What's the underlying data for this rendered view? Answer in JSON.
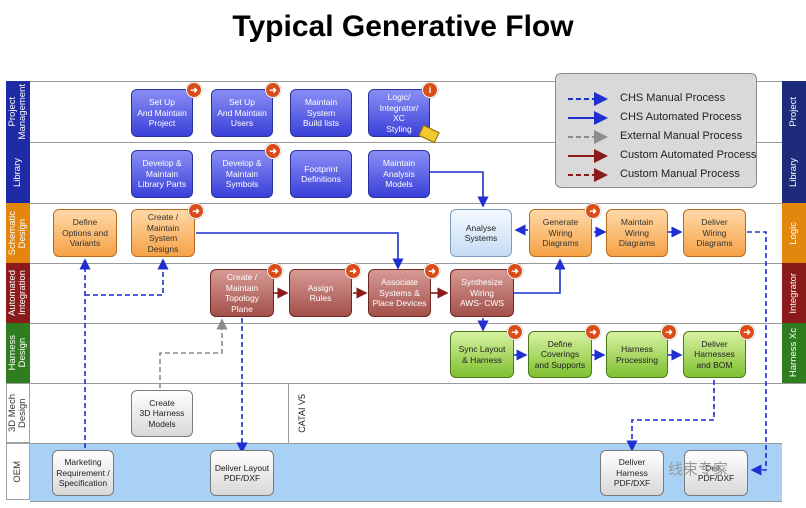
{
  "title": "Typical Generative Flow",
  "lanes_left": [
    "Project\nManagement",
    "Library",
    "Schematic\nDesign",
    "Automated\nIntegration",
    "Harness\nDesign",
    "3D Mech\nDesign",
    "OEM"
  ],
  "lanes_right": [
    "Project",
    "Library",
    "Logic",
    "Integrator",
    "Harness Xc"
  ],
  "lane_colors": {
    "blue": "#1e2aa6",
    "orange": "#e2860e",
    "maroon": "#8b1a1a",
    "green": "#2f7d1f",
    "grey": "#a0a0a0",
    "navy": "#1e2a7a",
    "oem_band": "#a9d0f5"
  },
  "boxes": {
    "setup_project": "Set Up\nAnd Maintain\nProject",
    "setup_users": "Set Up\nAnd Maintain\nUsers",
    "maintain_build": "Maintain\nSystem\nBuild lists",
    "logic_styling": "Logic/\nIntegrator/\nXC\nStyling",
    "library_parts": "Develop &\nMaintain\nLibrary Parts",
    "symbols": "Develop &\nMaintain\nSymbols",
    "footprint": "Footprint\nDefinitions",
    "analysis_models": "Maintain\nAnalysis\nModels",
    "define_options": "Define\nOptions and\nVariants",
    "system_designs": "Create /\nMaintain\nSystem Designs",
    "analyse": "Analyse\nSystems",
    "gen_wiring": "Generate\nWiring\nDiagrams",
    "maintain_wiring": "Maintain\nWiring\nDiagrams",
    "deliver_wiring": "Deliver\nWiring\nDiagrams",
    "topology": "Create /\nMaintain\nTopology Plane",
    "assign_rules": "Assign\nRules",
    "associate": "Associate\nSystems &\nPlace Devices",
    "synthesize": "Synthesize\nWiring\nAWS- CWS",
    "sync_layout": "Sync Layout\n& Harness",
    "coverings": "Define\nCoverings\nand Supports",
    "harness_proc": "Harness\nProcessing",
    "deliver_harness": "Deliver\nHarnesses\nand BOM",
    "create_3d": "Create\n3D Harness\nModels",
    "marketing": "Marketing\nRequirement /\nSpecification",
    "deliver_layout": "Deliver Layout\nPDF/DXF",
    "deliver_harness_pdf": "Deliver Harness\nPDF/DXF",
    "deliver_last": "Deli...\nPDF/DXF"
  },
  "catai": "CATAI V5",
  "legend": [
    {
      "label": "CHS Manual Process",
      "color": "#1f2fd0",
      "style": "dashed"
    },
    {
      "label": "CHS Automated Process",
      "color": "#1f2fd0",
      "style": "solid"
    },
    {
      "label": "External Manual Process",
      "color": "#8c8c8c",
      "style": "dashed"
    },
    {
      "label": "Custom Automated Process",
      "color": "#8b1a1a",
      "style": "solid"
    },
    {
      "label": "Custom Manual Process",
      "color": "#8b1a1a",
      "style": "dashed"
    }
  ],
  "watermark": "线束专家",
  "badge_arrow": "➜",
  "badge_info": "i"
}
